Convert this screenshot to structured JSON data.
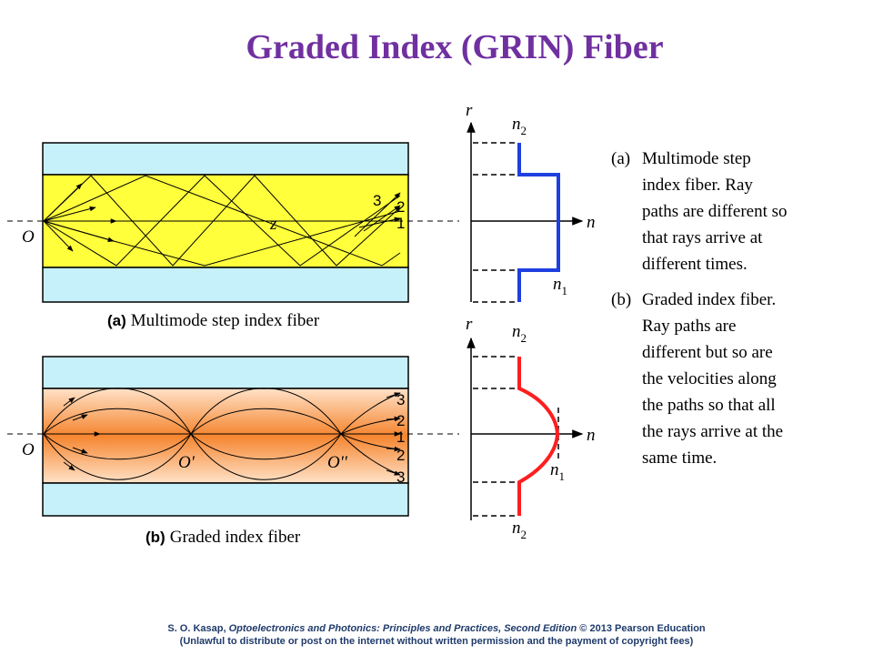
{
  "title": "Graded Index (GRIN) Fiber",
  "figure_a": {
    "caption_bold": "(a)",
    "caption_text": "Multimode step index fiber",
    "origin_label": "O",
    "axis_label": "z",
    "ray_labels": [
      "3",
      "2",
      "1"
    ],
    "profile": {
      "r_label": "r",
      "n_label": "n",
      "n2_label": "n",
      "n2_sub": "2",
      "n1_label": "n",
      "n1_sub": "1"
    }
  },
  "figure_b": {
    "caption_bold": "(b)",
    "caption_text": "Graded index fiber",
    "origin_label": "O",
    "focus_labels": [
      "O'",
      "O''"
    ],
    "ray_labels_right": [
      "3",
      "2",
      "1",
      "2",
      "3"
    ],
    "profile": {
      "r_label": "r",
      "n_label": "n",
      "n2_label": "n",
      "n2_sub": "2",
      "n1_label": "n",
      "n1_sub": "1",
      "n2b_label": "n",
      "n2b_sub": "2"
    }
  },
  "captions": [
    {
      "label": "(a)",
      "text": "Multimode step index fiber. Ray paths are different so that rays arrive at different times."
    },
    {
      "label": "(b)",
      "text": "Graded index fiber. Ray paths are different but so are the velocities along the paths so that all the rays arrive at the same time."
    }
  ],
  "colors": {
    "title": "#7030a0",
    "cladding": "#c6f0fa",
    "core_a": "#ffff3c",
    "core_b": "#f78a3a",
    "profile_a": "#1f3fe0",
    "profile_b": "#ff1e1e"
  },
  "footer": {
    "line1_author": "S. O. Kasap, ",
    "line1_book": "Optoelectronics and Photonics: Principles and Practices, Second Edition",
    "line1_rest": "  © 2013 Pearson Education",
    "line2": "(Unlawful to distribute or post on the internet without written permission and the payment of copyright fees)"
  }
}
